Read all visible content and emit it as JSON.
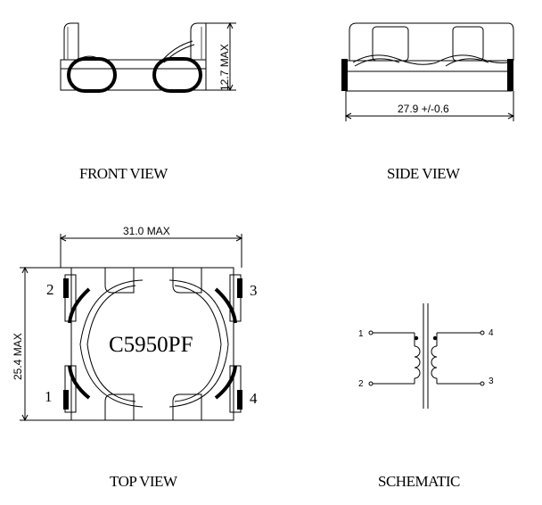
{
  "views": {
    "front": {
      "caption": "FRONT VIEW",
      "height_dim": "12.7 MAX"
    },
    "side": {
      "caption": "SIDE VIEW",
      "width_dim": "27.9 +/-0.6"
    },
    "top": {
      "caption": "TOP VIEW",
      "width_dim": "31.0 MAX",
      "height_dim": "25.4 MAX",
      "part_number": "C5950PF",
      "pins": {
        "p1": "1",
        "p2": "2",
        "p3": "3",
        "p4": "4"
      }
    },
    "schematic": {
      "caption": "SCHEMATIC",
      "pins": {
        "p1": "1",
        "p2": "2",
        "p3": "3",
        "p4": "4"
      }
    }
  }
}
